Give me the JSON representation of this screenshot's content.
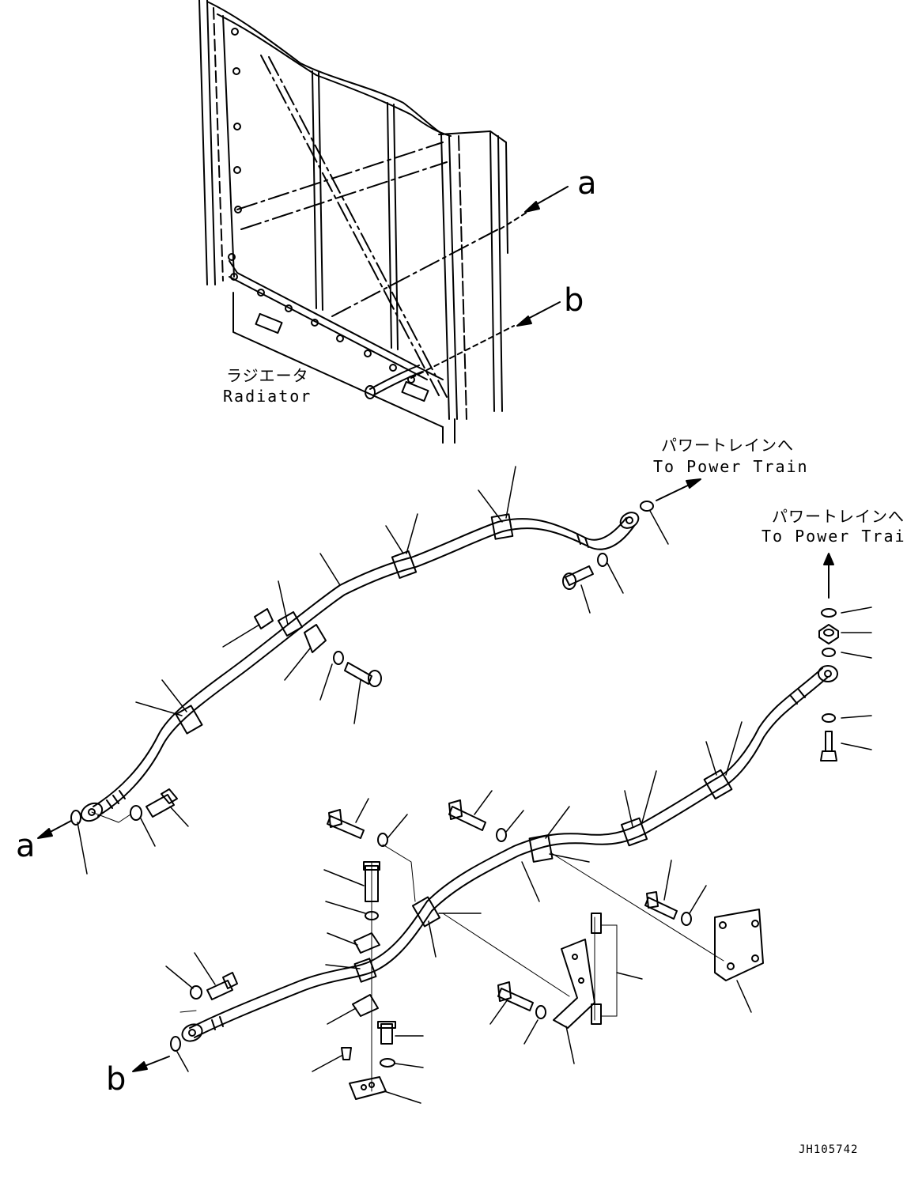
{
  "callouts": {
    "a_top": "a",
    "b_top": "b",
    "a_bottom": "a",
    "b_bottom": "b"
  },
  "radiator": {
    "label_jp": "ラジエータ",
    "label_en": "Radiator"
  },
  "power_train_1": {
    "label_jp": "パワートレインへ",
    "label_en": "To Power Train"
  },
  "power_train_2": {
    "label_jp": "パワートレインへ",
    "label_en": "To Power Train"
  },
  "drawing_code": "JH105742"
}
